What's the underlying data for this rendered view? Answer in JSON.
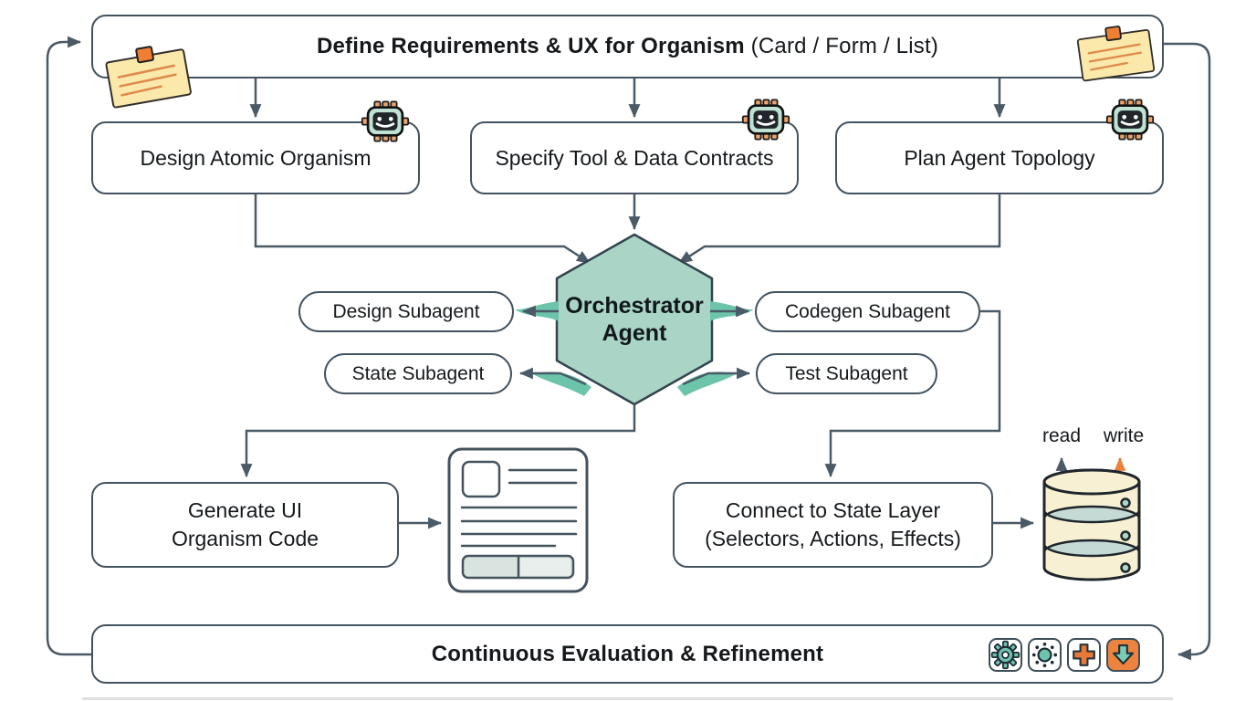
{
  "top_banner": {
    "title_main": "Define Requirements & UX for Organism",
    "title_suffix": "(Card / Form / List)",
    "icons": [
      "sticky-note-icon",
      "sticky-note-icon"
    ]
  },
  "steps": [
    {
      "label": "Design Atomic Organism",
      "icon": "robot-chip-icon"
    },
    {
      "label": "Specify Tool & Data Contracts",
      "icon": "robot-chip-icon"
    },
    {
      "label": "Plan Agent Topology",
      "icon": "robot-chip-icon"
    }
  ],
  "orchestrator": {
    "line1": "Orchestrator",
    "line2": "Agent"
  },
  "subagents": [
    {
      "label": "Design Subagent"
    },
    {
      "label": "State Subagent"
    },
    {
      "label": "Codegen Subagent"
    },
    {
      "label": "Test Subagent"
    }
  ],
  "generate_box": {
    "line1": "Generate UI",
    "line2": "Organism Code",
    "icon": "ui-card-icon"
  },
  "connect_box": {
    "line1": "Connect to State Layer",
    "line2": "(Selectors, Actions, Effects)",
    "icon": "database-icon"
  },
  "database": {
    "read_label": "read",
    "write_label": "write"
  },
  "bottom_banner": {
    "title": "Continuous Evaluation & Refinement",
    "buttons": [
      {
        "icon": "gear-icon"
      },
      {
        "icon": "brightness-icon"
      },
      {
        "icon": "plus-icon"
      },
      {
        "icon": "download-icon"
      }
    ]
  },
  "colors": {
    "connector_slate": "#4a5a66",
    "box_border": "#44535f",
    "hexagon_fill": "#a9d4c6",
    "swoosh_teal": "#6cc4ab",
    "accent_orange": "#e8803a",
    "sticky_yellow": "#fbe8ab",
    "chip_mint": "#bfe2d4",
    "database_cream": "#f8f0d3",
    "database_band": "#c5dad5",
    "button_teal": "#6fc3ae"
  }
}
